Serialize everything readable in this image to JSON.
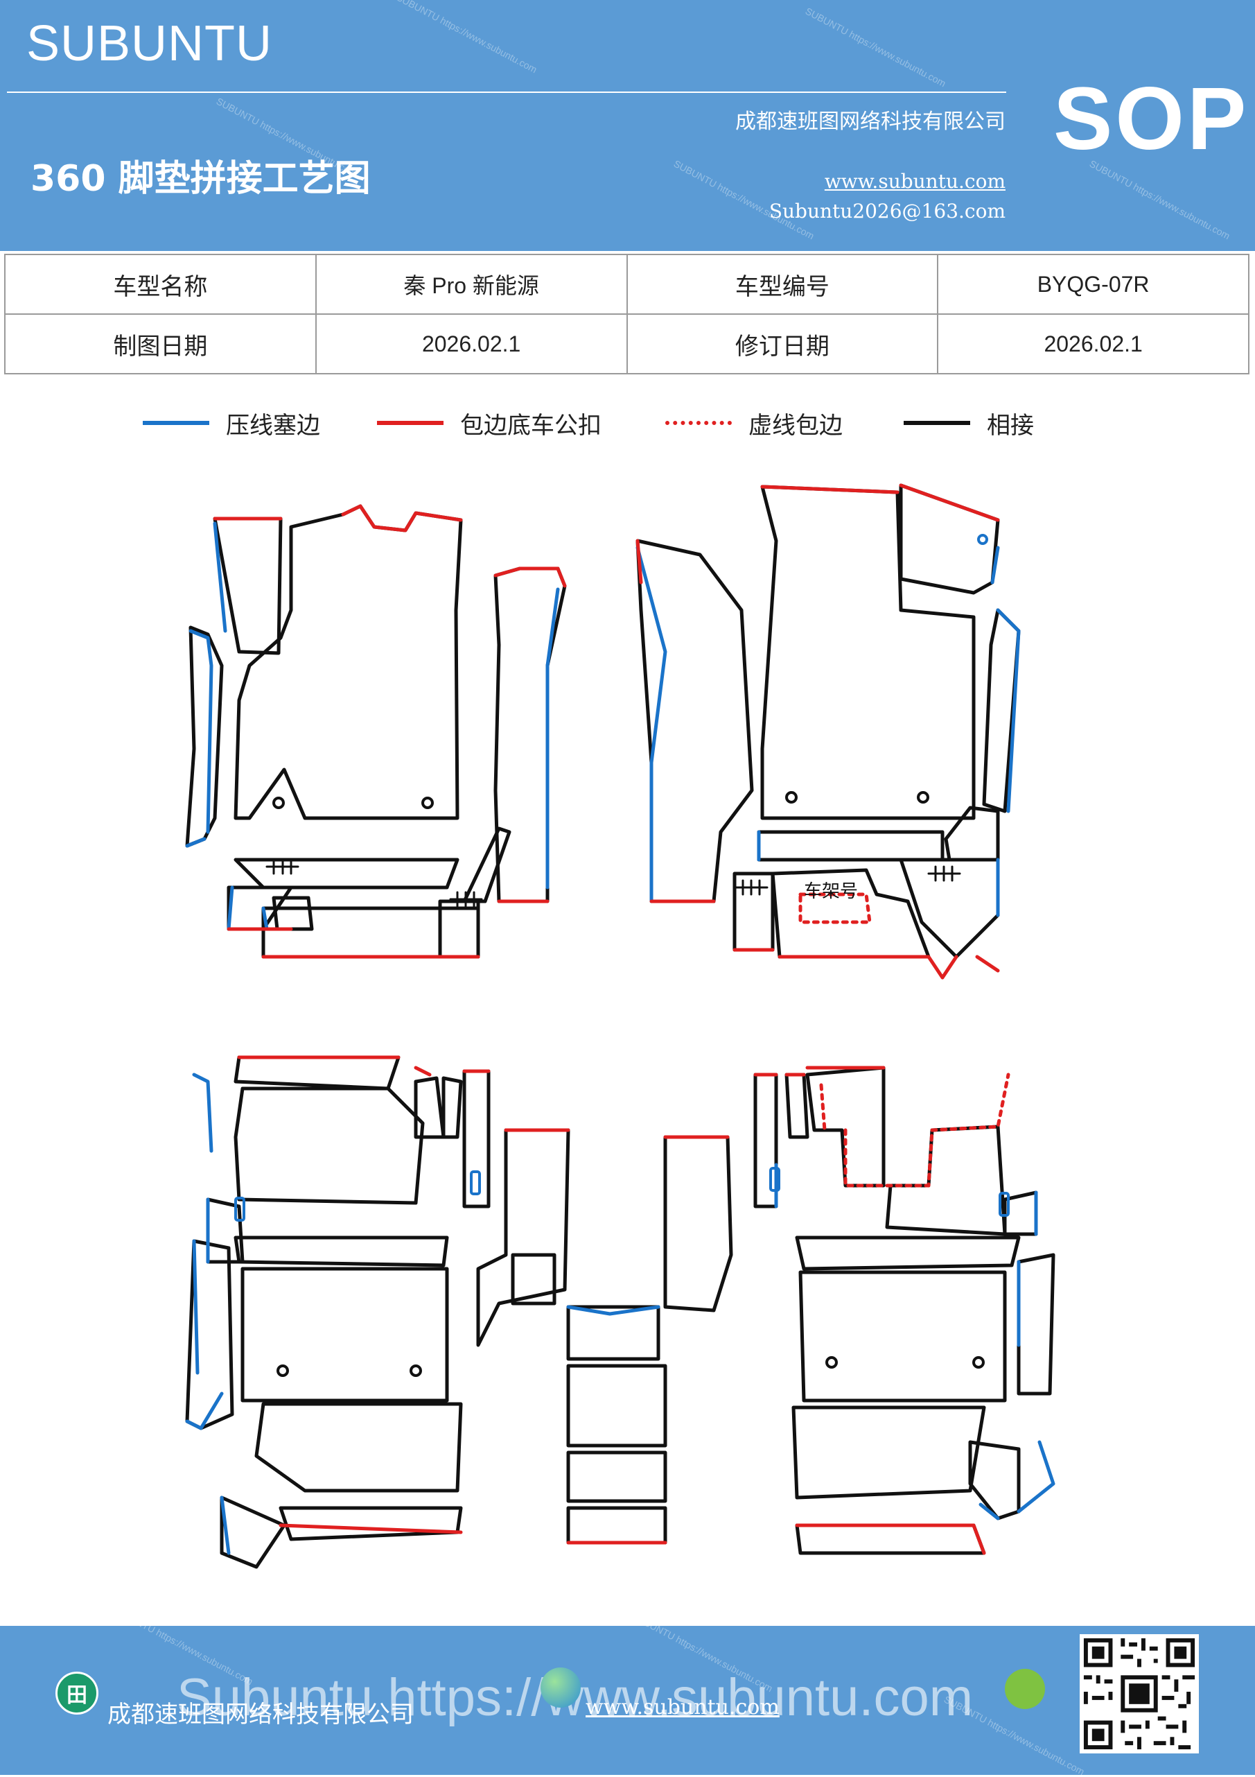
{
  "header": {
    "brand": "SUBUNTU",
    "company": "成都速班图网络科技有限公司",
    "title": "360 脚垫拼接工艺图",
    "url": "www.subuntu.com",
    "email": "Subuntu2026@163.com",
    "badge": "SOP",
    "watermark": "SUBUNTU https://www.subuntu.com"
  },
  "info_table": {
    "rows": [
      [
        "车型名称",
        "秦 Pro 新能源",
        "车型编号",
        "BYQG-07R"
      ],
      [
        "制图日期",
        "2026.02.1",
        "修订日期",
        "2026.02.1"
      ]
    ]
  },
  "legend": [
    {
      "label": "压线塞边",
      "color": "#1a73c9",
      "style": "solid"
    },
    {
      "label": "包边底车公扣",
      "color": "#e02020",
      "style": "solid"
    },
    {
      "label": "虚线包边",
      "color": "#e02020",
      "style": "dotted"
    },
    {
      "label": "相接",
      "color": "#111111",
      "style": "solid"
    }
  ],
  "diagram": {
    "label": "车架号"
  },
  "footer": {
    "logo_text": "田",
    "company": "成都速班图网络科技有限公司",
    "watermark_big": "Subuntu https://www.subuntu.com",
    "url": "www.subuntu.com"
  },
  "colors": {
    "header_bg": "#5b9bd5",
    "blue_line": "#1a73c9",
    "red_line": "#e02020",
    "black_line": "#111111"
  }
}
